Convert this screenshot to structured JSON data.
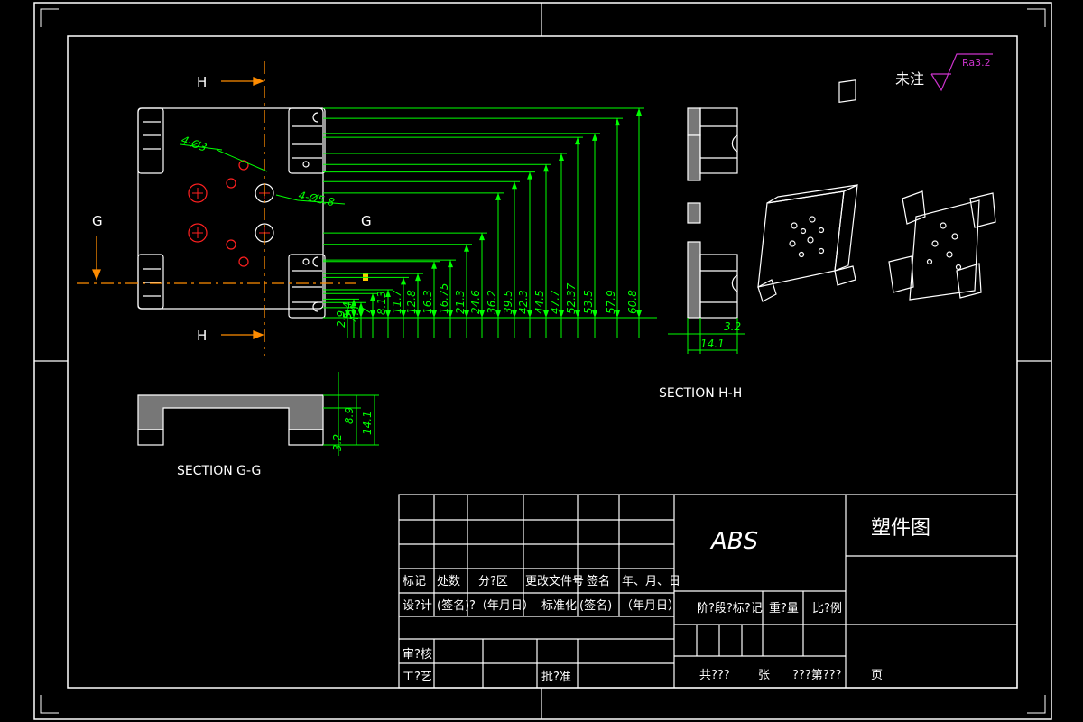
{
  "drawing": {
    "roughness_note": "未注",
    "roughness_value": "Ra3.2",
    "section_hh_label": "SECTION H-H",
    "section_gg_label": "SECTION G-G",
    "cut_labels": {
      "h_top": "H",
      "h_bottom": "H",
      "g_left": "G",
      "g_right": "G"
    },
    "hole_callout_small": "4-Ø3",
    "hole_callout_large": "4-Ø5.8",
    "vertical_dims": [
      "2.9",
      "5.4",
      "7",
      "4.4",
      "8.13",
      "11.7",
      "12.8",
      "16.3",
      "16.75",
      "21.3",
      "24.6",
      "36.2",
      "39.5",
      "42.3",
      "44.5",
      "47.7",
      "52.37",
      "53.5",
      "57.9",
      "60.8"
    ],
    "hh_dims": [
      "3.2",
      "14.1"
    ],
    "gg_dims": [
      "3.2",
      "8.9",
      "14.1"
    ]
  },
  "title_block": {
    "material": "ABS",
    "drawing_name": "塑件图",
    "rev_headers": [
      "标记",
      "处数",
      "分?区",
      "更改文件号",
      "签名",
      "年、月、日"
    ],
    "row_design": [
      "设?计",
      "(签名)",
      "?（年月日）",
      "标准化",
      "(签名)",
      "（年月日）"
    ],
    "review": "审?核",
    "process": "工?艺",
    "approve": "批?准",
    "stage_mark": "阶?段?标?记",
    "weight": "重?量",
    "scale": "比?例",
    "sheets_total": "共???",
    "sheets_unit": "张",
    "sheet_no": "???第???",
    "page_unit": "页"
  },
  "colors": {
    "line": "#ffffff",
    "dimension": "#00ff00",
    "cutline": "#ff8c00",
    "annotation": "#cc33cc",
    "hole": "#ff2020"
  }
}
